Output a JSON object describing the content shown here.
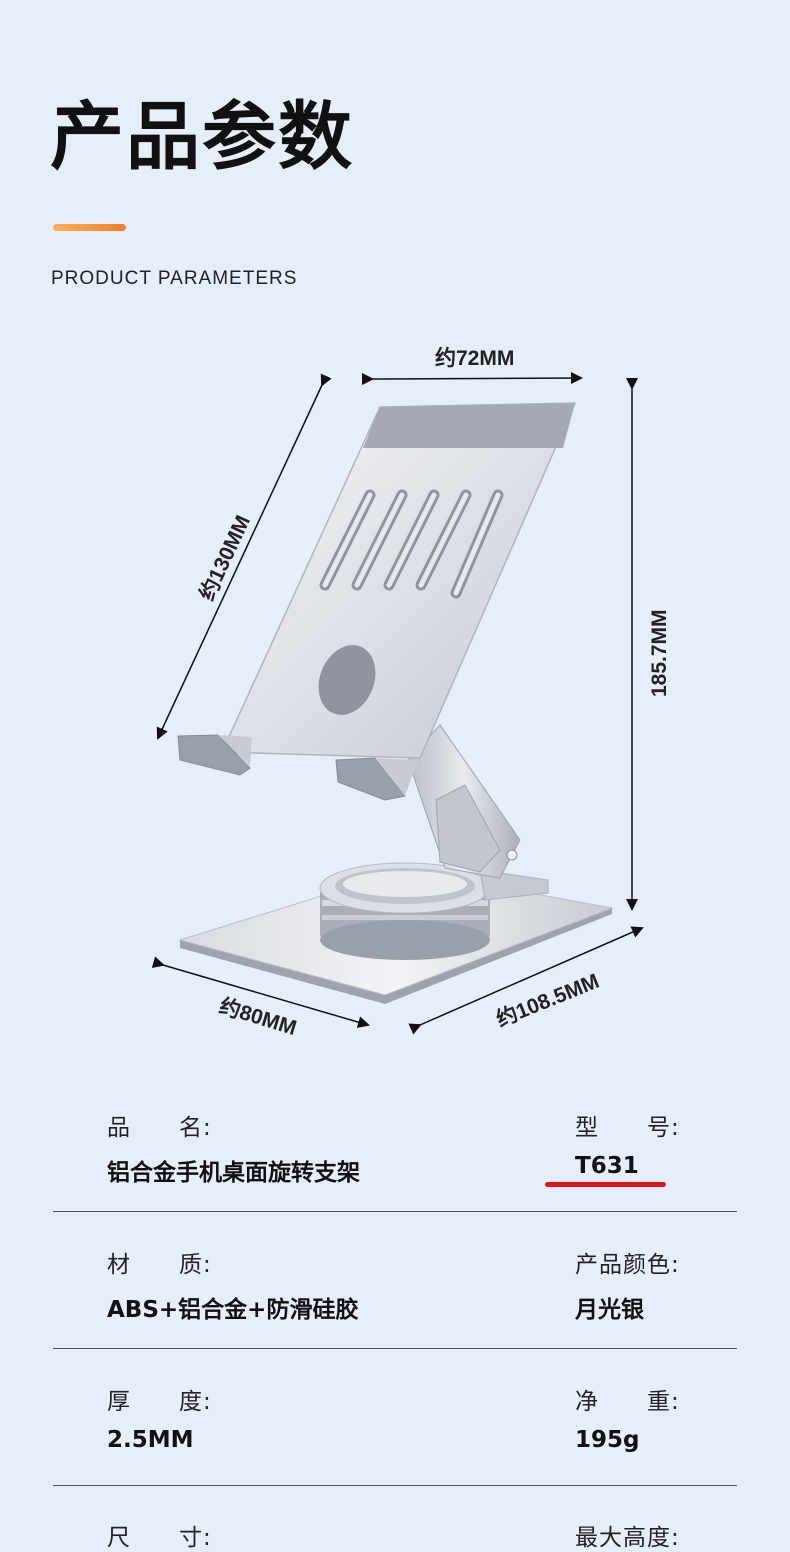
{
  "header": {
    "title": "产品参数",
    "subtitle": "PRODUCT PARAMETERS"
  },
  "dimensions": {
    "top_width": "约72MM",
    "plate_length": "约130MM",
    "height": "185.7MM",
    "base_width": "约80MM",
    "base_length": "约108.5MM"
  },
  "specs": {
    "name_label": "品　　名:",
    "name_value": "铝合金手机桌面旋转支架",
    "model_label": "型　　号:",
    "model_value": "T631",
    "material_label": "材　　质:",
    "material_value": "ABS+铝合金+防滑硅胶",
    "color_label": "产品颜色:",
    "color_value": "月光银",
    "thickness_label": "厚　　度:",
    "thickness_value": "2.5MM",
    "weight_label": "净　　重:",
    "weight_value": "195g",
    "size_label": "尺　　寸:",
    "max_height_label": "最大高度:"
  },
  "colors": {
    "background": "#e6eefb",
    "accent": "#f0802a",
    "highlight": "#e1141c"
  }
}
